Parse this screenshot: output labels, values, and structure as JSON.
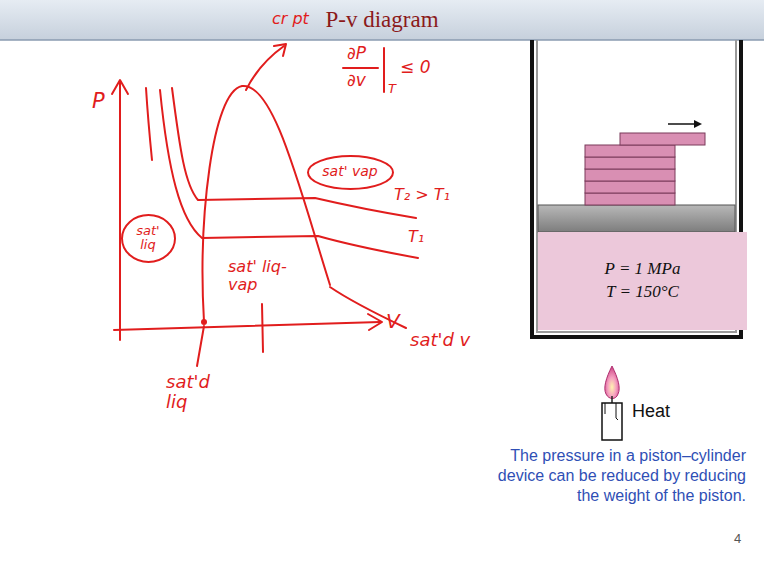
{
  "diagram": {
    "title": "P-v diagram",
    "caption": "The pressure in a piston–cylinder device can be reduced by reducing the weight of the piston.",
    "nodes": [
      {
        "text": [
          "sat' vap"
        ]
      },
      {
        "text": [
          "sat' liq"
        ]
      },
      {
        "text": [
          "P = 1 MPa",
          "T = 150°C"
        ]
      }
    ],
    "labels": [
      "cr pt",
      "P",
      "∂P",
      "∂v",
      "T",
      "≤ 0",
      "T₂ > T₁",
      "T₁",
      "sat' liq-vap",
      "V",
      "sat'd liq",
      "sat'd v",
      "Heat",
      "4"
    ]
  }
}
